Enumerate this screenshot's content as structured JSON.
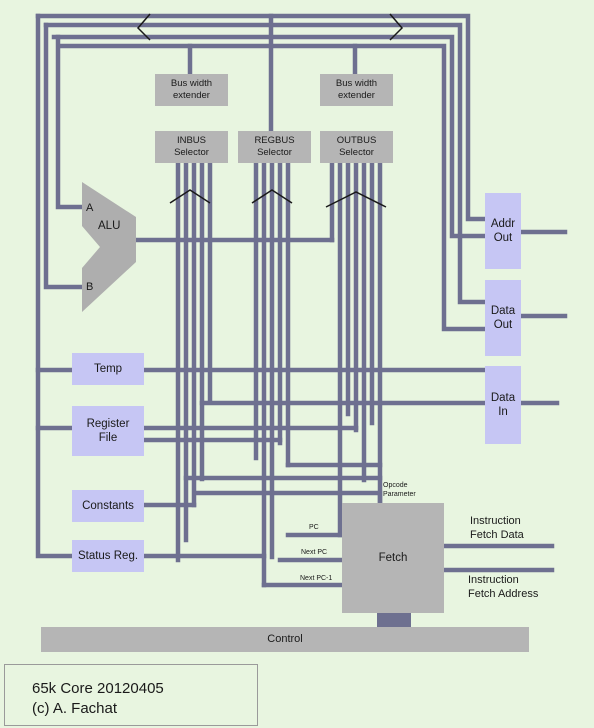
{
  "blocks": {
    "inbus_width": "Bus width\nextender",
    "outbus_width": "Bus width\nextender",
    "inbus_selector": "INBUS\nSelector",
    "regbus_selector": "REGBUS\nSelector",
    "outbus_selector": "OUTBUS\nSelector",
    "alu": "ALU",
    "alu_a": "A",
    "alu_b": "B",
    "temp": "Temp",
    "register_file": "Register\nFile",
    "constants": "Constants",
    "status_reg": "Status Reg.",
    "fetch": "Fetch",
    "control": "Control",
    "addr_out": "Addr\nOut",
    "data_out": "Data\nOut",
    "data_in": "Data\nIn"
  },
  "signals": {
    "opcode_parameter": "Opcode\nParameter",
    "pc": "PC",
    "next_pc": "Next PC",
    "next_pc_1": "Next PC-1",
    "instruction_fetch_data": "Instruction\nFetch Data",
    "instruction_fetch_address": "Instruction\nFetch Address"
  },
  "credits": {
    "line1": "65k Core 20120405",
    "line2": "(c) A. Fachat"
  },
  "colors": {
    "background": "#e8f5e0",
    "wire": "#6e7090",
    "block_gray": "#b5b5b5",
    "block_blue": "#c6c6f4",
    "alu": "#aeaeae"
  }
}
